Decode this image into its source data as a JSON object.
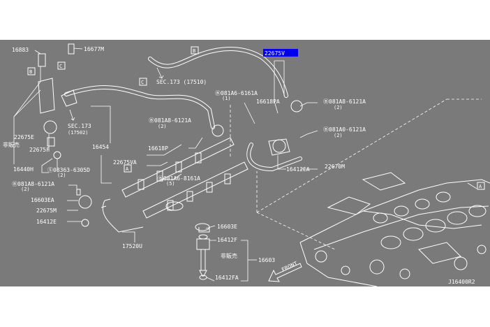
{
  "diagram": {
    "highlighted_part": "22675V",
    "drawing_id": "J16400R2",
    "front_label": "FRONT",
    "labels": {
      "p16883": "16883",
      "p16677M": "16677M",
      "ref_b": "B",
      "ref_c": "C",
      "ref_a": "A",
      "sec173_17510": "SEC.173 (17510)",
      "sec173_17502": "SEC.173",
      "sec173_17502b": "(17502)",
      "p22675E": "22675E",
      "not_for_sale": "非販売",
      "p22675F": "22675F",
      "p16440H": "16440H",
      "bolt_08363": "Ⓢ08363-6305D",
      "bolt_08363_qty": "(2)",
      "bolt_081A8_left": "Ⓑ081A8-6121A",
      "bolt_081A8_left_qty": "(2)",
      "p16603EA": "16603EA",
      "p22675M": "22675M",
      "p16412E": "16412E",
      "p17520U": "17520U",
      "p16454": "16454",
      "p22675VA": "22675VA",
      "p16618P": "16618P",
      "bolt_081A8_mid": "Ⓑ081A8-6121A",
      "bolt_081A8_mid_qty": "(2)",
      "bolt_081A6_8161A": "Ⓑ081A6-8161A",
      "bolt_081A6_8161A_qty": "(5)",
      "bolt_081A6_6161A": "Ⓑ081A6-6161A",
      "bolt_081A6_6161A_qty": "(1)",
      "p16618PA": "16618PA",
      "bolt_081A8_right": "Ⓑ081A8-6121A",
      "bolt_081A8_right_qty": "(2)",
      "bolt_081A0_6121A": "Ⓑ081A0-6121A",
      "bolt_081A0_6121A_qty": "(2)",
      "p16412EA": "16412EA",
      "p22670M": "22670M",
      "p16603E": "16603E",
      "p16412F": "16412F",
      "p16603": "16603",
      "not_for_sale_2": "非販売",
      "p16412FA": "16412FA"
    }
  }
}
